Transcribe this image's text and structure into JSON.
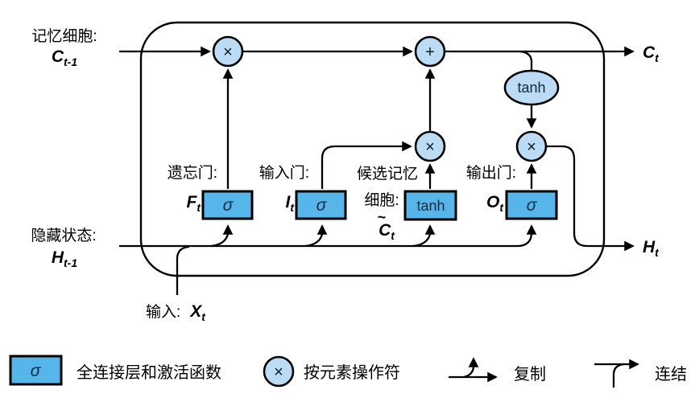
{
  "diagram": {
    "inputs": {
      "memory_label": "记忆细胞:",
      "memory_var": "C",
      "memory_sub": "t-1",
      "hidden_label": "隐藏状态:",
      "hidden_var": "H",
      "hidden_sub": "t-1",
      "input_label": "输入:",
      "input_var": "X",
      "input_sub": "t"
    },
    "outputs": {
      "memory_var": "C",
      "memory_sub": "t",
      "hidden_var": "H",
      "hidden_sub": "t"
    },
    "gates": {
      "forget": {
        "label": "遗忘门:",
        "var": "F",
        "sub": "t",
        "op": "σ"
      },
      "input": {
        "label": "输入门:",
        "var": "I",
        "sub": "t",
        "op": "σ"
      },
      "candidate": {
        "label_line1": "候选记忆",
        "label_line2": "细胞:",
        "tilde": "~",
        "var": "C",
        "sub": "t",
        "op": "tanh"
      },
      "output": {
        "label": "输出门:",
        "var": "O",
        "sub": "t",
        "op": "σ"
      }
    },
    "operators": {
      "multiply": "×",
      "add": "+",
      "tanh": "tanh"
    }
  },
  "legend": {
    "fc_symbol": "σ",
    "fc_label": "全连接层和激活函数",
    "op_symbol": "×",
    "op_label": "按元素操作符",
    "copy_label": "复制",
    "concat_label": "连结"
  },
  "colors": {
    "box_fill": "#56b6e9",
    "node_fill": "#bcdcf5",
    "stroke": "#000000"
  }
}
